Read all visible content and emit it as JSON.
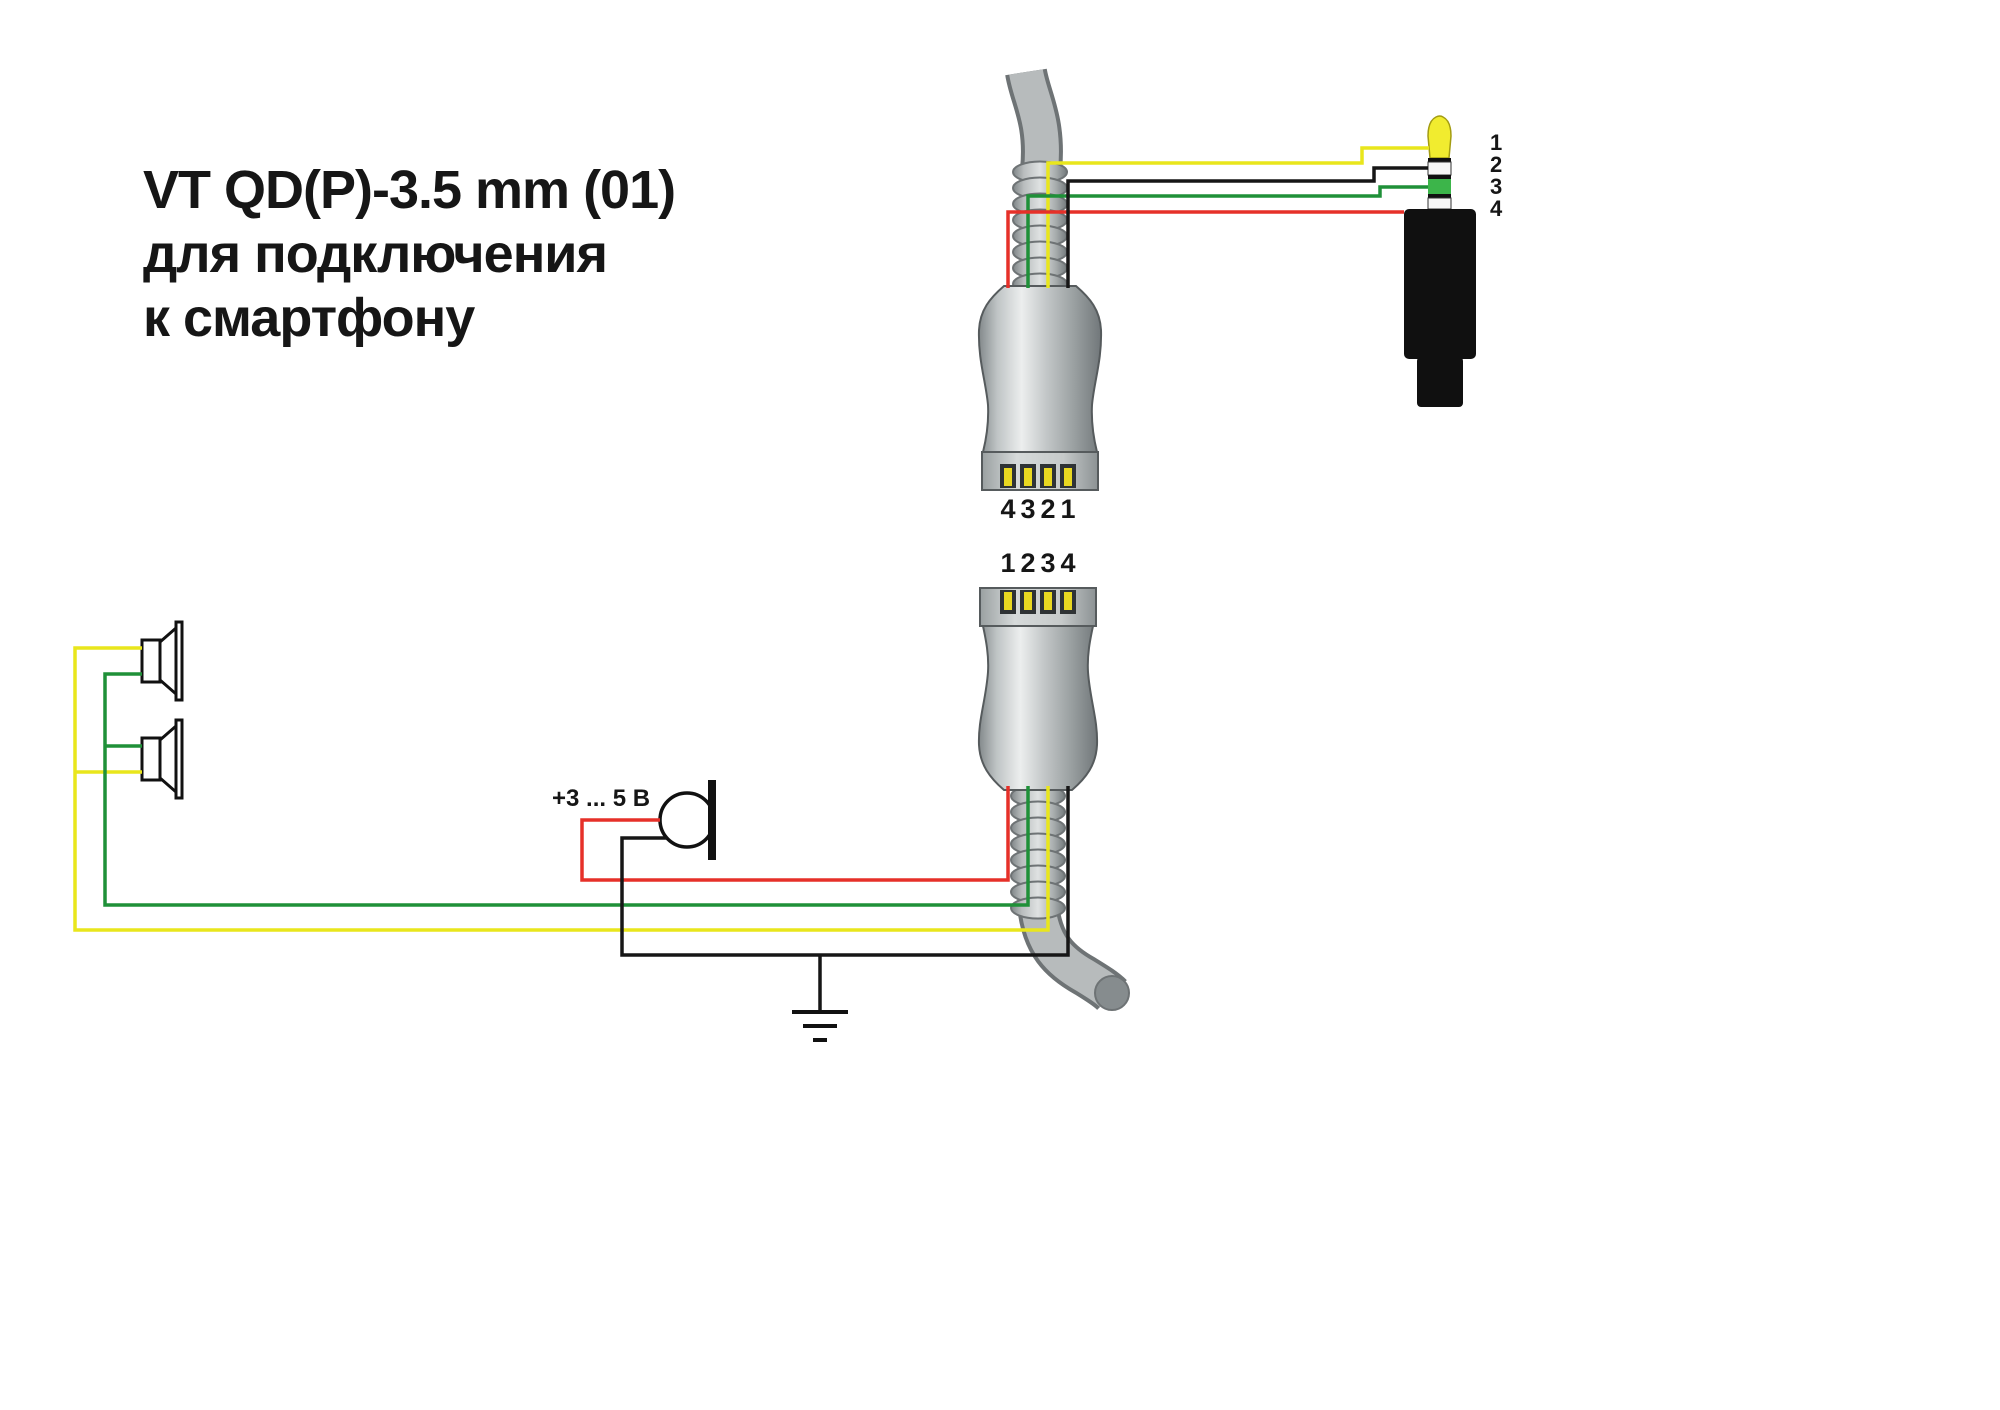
{
  "title": {
    "lines": [
      "VT QD(P)-3.5 mm (01)",
      "для подключения",
      "к смартфону"
    ]
  },
  "plug35": {
    "pins": [
      "1",
      "2",
      "3",
      "4"
    ]
  },
  "qd_plug_top": {
    "pins": [
      "4",
      "3",
      "2",
      "1"
    ]
  },
  "qd_plug_bottom": {
    "pins": [
      "1",
      "2",
      "3",
      "4"
    ]
  },
  "microphone": {
    "voltage_label": "+3 ... 5 В"
  },
  "colors": {
    "wire_yellow": "#e9e61c",
    "wire_green": "#1f9038",
    "wire_red": "#e63029",
    "wire_black": "#161616",
    "plug_tip_yellow": "#f1ec2f",
    "plug_ring_green": "#3cb54a",
    "plug_body_black": "#101010",
    "connector_gray": "#b9bdbe",
    "contact_yellow": "#e9d821"
  }
}
